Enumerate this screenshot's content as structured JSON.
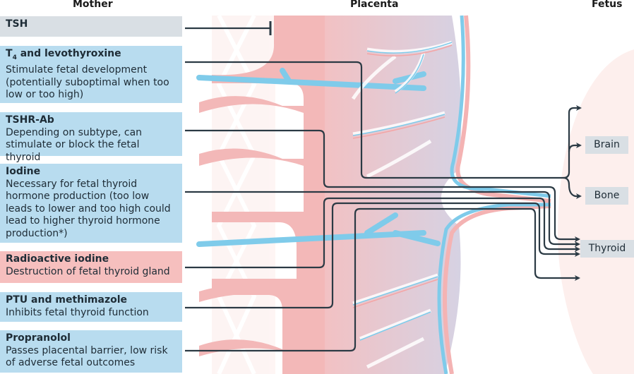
{
  "columns": {
    "mother": "Mother",
    "placenta": "Placenta",
    "fetus": "Fetus"
  },
  "factors": [
    {
      "id": "tsh",
      "title": "TSH",
      "title_sub": "",
      "title_rest": "",
      "description": "",
      "color": "#d9dfe4",
      "effect": "blocked"
    },
    {
      "id": "t4",
      "title": "T",
      "title_sub": "4",
      "title_rest": " and levothyroxine",
      "description": "Stimulate fetal development (potentially suboptimal when too low or too high)",
      "color": "#b8dcef",
      "effect": "crosses"
    },
    {
      "id": "tshr-ab",
      "title": "TSHR-Ab",
      "title_sub": "",
      "title_rest": "",
      "description": "Depending on subtype, can stimulate or block the fetal thyroid",
      "color": "#b8dcef",
      "effect": "crosses"
    },
    {
      "id": "iodine",
      "title": "Iodine",
      "title_sub": "",
      "title_rest": "",
      "description": "Necessary for fetal thyroid hormone production (too low leads to lower and too high could lead to higher thyroid hormone production*)",
      "color": "#b8dcef",
      "effect": "crosses"
    },
    {
      "id": "radioactive-iodine",
      "title": "Radioactive iodine",
      "title_sub": "",
      "title_rest": "",
      "description": "Destruction of fetal thyroid gland",
      "color": "#f6bfbe",
      "effect": "crosses"
    },
    {
      "id": "ptu",
      "title": "PTU and methimazole",
      "title_sub": "",
      "title_rest": "",
      "description": "Inhibits fetal thyroid function",
      "color": "#b8dcef",
      "effect": "crosses"
    },
    {
      "id": "propranolol",
      "title": "Propranolol",
      "title_sub": "",
      "title_rest": "",
      "description": "Passes placental barrier, low risk of adverse fetal outcomes",
      "color": "#b8dcef",
      "effect": "crosses"
    }
  ],
  "targets": {
    "brain": "Brain",
    "bone": "Bone",
    "thyroid": "Thyroid"
  },
  "colors": {
    "line": "#2b3a44",
    "maternal_tissue": "#f3b8b8",
    "placenta_villi": "#d7c9d8",
    "vessel_blue": "#7fcbea",
    "fetus_bg": "#fdf0ee"
  }
}
